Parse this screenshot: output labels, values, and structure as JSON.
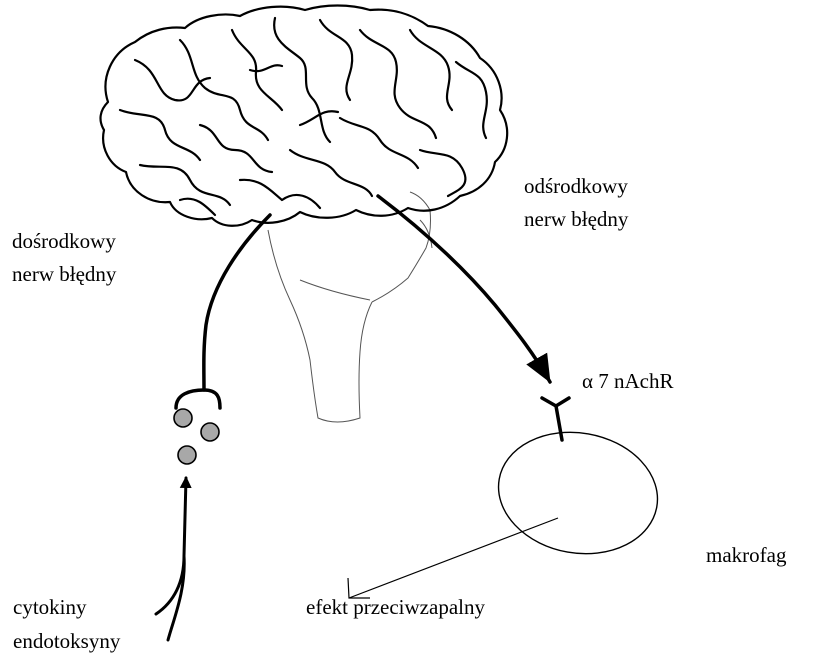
{
  "labels": {
    "afferent_line1": "dośrodkowy",
    "afferent_line2": "nerw błędny",
    "efferent_line1": "odśrodkowy",
    "efferent_line2": "nerw błędny",
    "receptor": "α 7  nAchR",
    "macrophage": "makrofag",
    "effect": "efekt przeciwzapalny",
    "stimulus_line1": "cytokiny",
    "stimulus_line2": "endotoksyny"
  },
  "colors": {
    "stroke": "#000000",
    "faint_stroke": "#555555",
    "particle_fill": "#a8a8a8",
    "background": "#ffffff"
  }
}
